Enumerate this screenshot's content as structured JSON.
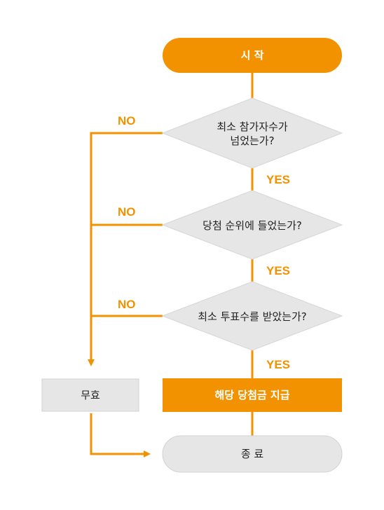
{
  "colors": {
    "accent": "#f39200",
    "node_gray": "#e6e6e6",
    "node_border": "#c8c8c8",
    "text_dark": "#222222",
    "text_light": "#ffffff"
  },
  "nodes": {
    "start": {
      "label": "시 작",
      "shape": "terminator"
    },
    "decision1": {
      "line1": "최소 참가자수가",
      "line2": "넘었는가?",
      "shape": "decision"
    },
    "decision2": {
      "label": "당첨 순위에 들었는가?",
      "shape": "decision"
    },
    "decision3": {
      "label": "최소 투표수를 받았는가?",
      "shape": "decision"
    },
    "invalid": {
      "label": "무효",
      "shape": "process"
    },
    "payout": {
      "label": "해당 당첨금 지급",
      "shape": "process"
    },
    "end": {
      "label": "종 료",
      "shape": "terminator"
    }
  },
  "edges": {
    "yes1": "YES",
    "yes2": "YES",
    "yes3": "YES",
    "no1": "NO",
    "no2": "NO",
    "no3": "NO"
  }
}
